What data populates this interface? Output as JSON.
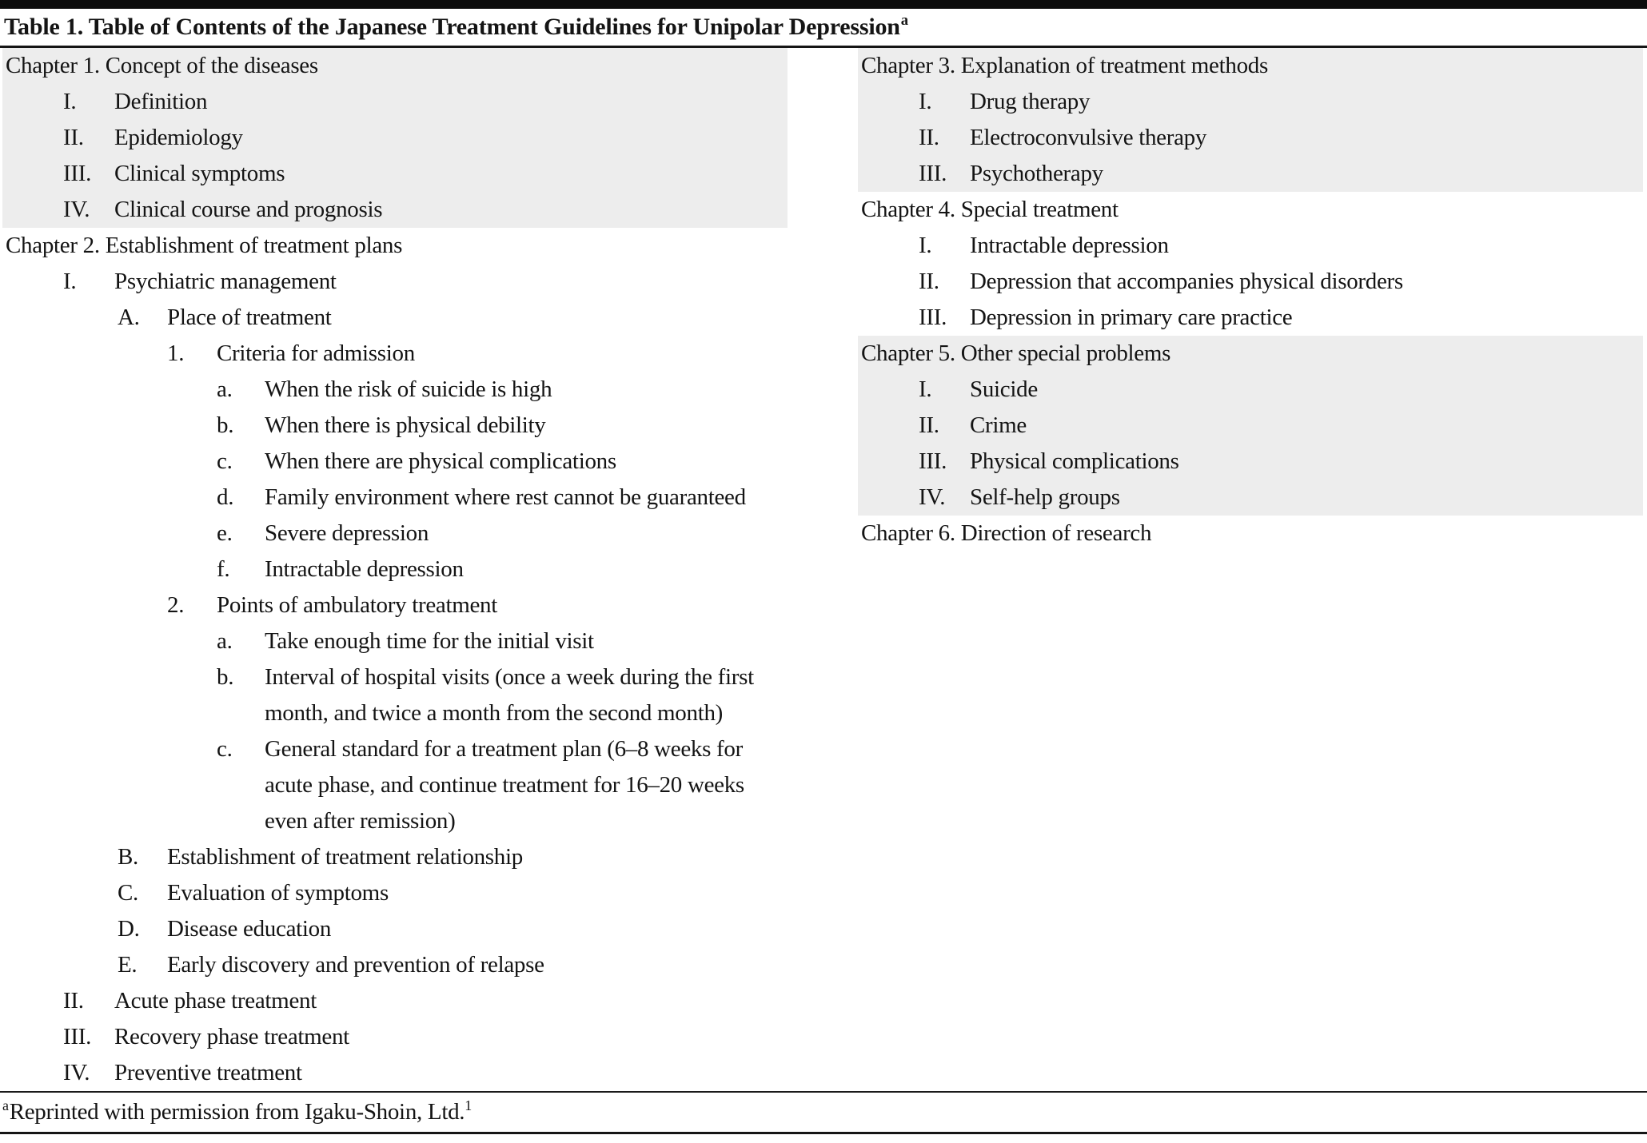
{
  "title": {
    "text": "Table 1. Table of Contents of the Japanese Treatment Guidelines for Unipolar Depression",
    "superscript": "a"
  },
  "colors": {
    "shading": "#ededed",
    "rule": "#151515",
    "text": "#141414",
    "background": "#ffffff"
  },
  "columns": {
    "left": [
      {
        "heading": "Chapter 1. Concept of the diseases",
        "shaded": true,
        "items": [
          {
            "level": 1,
            "marker": "I.",
            "text": "Definition"
          },
          {
            "level": 1,
            "marker": "II.",
            "text": "Epidemiology"
          },
          {
            "level": 1,
            "marker": "III.",
            "text": "Clinical symptoms"
          },
          {
            "level": 1,
            "marker": "IV.",
            "text": "Clinical course and prognosis"
          }
        ]
      },
      {
        "heading": "Chapter 2. Establishment of treatment plans",
        "shaded": false,
        "items": [
          {
            "level": 1,
            "marker": "I.",
            "text": "Psychiatric management"
          },
          {
            "level": 2,
            "marker": "A.",
            "text": "Place of treatment"
          },
          {
            "level": 3,
            "marker": "1.",
            "text": "Criteria for admission"
          },
          {
            "level": 4,
            "marker": "a.",
            "text": "When the risk of suicide is high"
          },
          {
            "level": 4,
            "marker": "b.",
            "text": "When there is physical debility"
          },
          {
            "level": 4,
            "marker": "c.",
            "text": "When there are physical complications"
          },
          {
            "level": 4,
            "marker": "d.",
            "text": "Family environment where rest cannot be guaranteed"
          },
          {
            "level": 4,
            "marker": "e.",
            "text": "Severe depression"
          },
          {
            "level": 4,
            "marker": "f.",
            "text": "Intractable depression"
          },
          {
            "level": 3,
            "marker": "2.",
            "text": "Points of ambulatory treatment"
          },
          {
            "level": 4,
            "marker": "a.",
            "text": "Take enough time for the initial visit"
          },
          {
            "level": 4,
            "marker": "b.",
            "text": "Interval of hospital visits (once a week during the first\nmonth, and twice a month from the second month)"
          },
          {
            "level": 4,
            "marker": "c.",
            "text": "General standard for a treatment plan (6–8 weeks for\nacute phase, and continue treatment for 16–20 weeks\neven after remission)"
          },
          {
            "level": 2,
            "marker": "B.",
            "text": "Establishment of treatment relationship"
          },
          {
            "level": 2,
            "marker": "C.",
            "text": "Evaluation of symptoms"
          },
          {
            "level": 2,
            "marker": "D.",
            "text": "Disease education"
          },
          {
            "level": 2,
            "marker": "E.",
            "text": "Early discovery and prevention of relapse"
          },
          {
            "level": 1,
            "marker": "II.",
            "text": "Acute phase treatment"
          },
          {
            "level": 1,
            "marker": "III.",
            "text": "Recovery phase treatment"
          },
          {
            "level": 1,
            "marker": "IV.",
            "text": "Preventive treatment"
          }
        ]
      }
    ],
    "right": [
      {
        "heading": "Chapter 3. Explanation of treatment methods",
        "shaded": true,
        "items": [
          {
            "level": 1,
            "marker": "I.",
            "text": "Drug therapy"
          },
          {
            "level": 1,
            "marker": "II.",
            "text": "Electroconvulsive therapy"
          },
          {
            "level": 1,
            "marker": "III.",
            "text": "Psychotherapy"
          }
        ]
      },
      {
        "heading": "Chapter 4. Special treatment",
        "shaded": false,
        "items": [
          {
            "level": 1,
            "marker": "I.",
            "text": "Intractable depression"
          },
          {
            "level": 1,
            "marker": "II.",
            "text": "Depression that accompanies physical disorders"
          },
          {
            "level": 1,
            "marker": "III.",
            "text": "Depression in primary care practice"
          }
        ]
      },
      {
        "heading": "Chapter 5. Other special problems",
        "shaded": true,
        "items": [
          {
            "level": 1,
            "marker": "I.",
            "text": "Suicide"
          },
          {
            "level": 1,
            "marker": "II.",
            "text": "Crime"
          },
          {
            "level": 1,
            "marker": "III.",
            "text": "Physical complications"
          },
          {
            "level": 1,
            "marker": "IV.",
            "text": "Self-help groups"
          }
        ]
      },
      {
        "heading": "Chapter 6. Direction of research",
        "shaded": false,
        "items": []
      }
    ]
  },
  "footnote": {
    "lead_superscript": "a",
    "text": "Reprinted with permission from Igaku-Shoin, Ltd.",
    "trail_superscript": "1"
  }
}
